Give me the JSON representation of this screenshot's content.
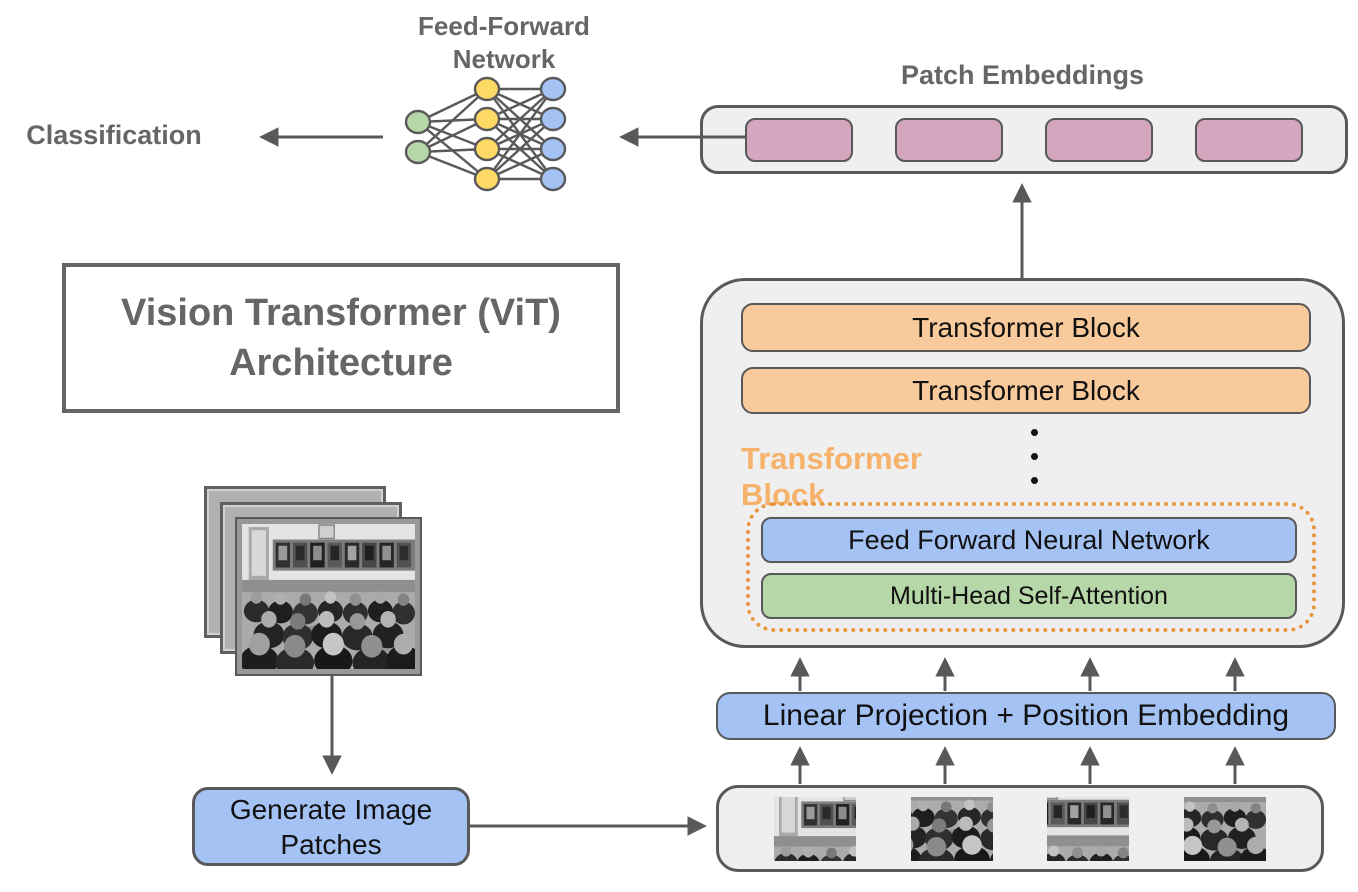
{
  "title": {
    "line1": "Vision Transformer (ViT)",
    "line2": "Architecture"
  },
  "classification_label": "Classification",
  "ffn": {
    "label_line1": "Feed-Forward",
    "label_line2": "Network"
  },
  "patch_embeddings": {
    "label": "Patch Embeddings",
    "box_count": 4
  },
  "transformer_stack": {
    "blocks": [
      "Transformer Block",
      "Transformer Block"
    ],
    "side_label": "Transformer Block",
    "ffnn_label": "Feed Forward Neural Network",
    "mhsa_label": "Multi-Head Self-Attention"
  },
  "linear_projection_label": "Linear Projection + Position Embedding",
  "generate_patches": {
    "line1": "Generate Image",
    "line2": "Patches"
  },
  "colors": {
    "patch_embedding_pink": "#d5a6bd",
    "transformer_block_orange": "#f9cb9c",
    "orange_label": "#f6b26b",
    "dotted_border_orange": "#e8973f",
    "blue_box": "#a4c2f4",
    "green_box": "#b6d7a8",
    "ffn_yellow_node": "#ffd966",
    "container_gray": "#efefef",
    "border_gray": "#595959",
    "heading_gray": "#666666"
  }
}
